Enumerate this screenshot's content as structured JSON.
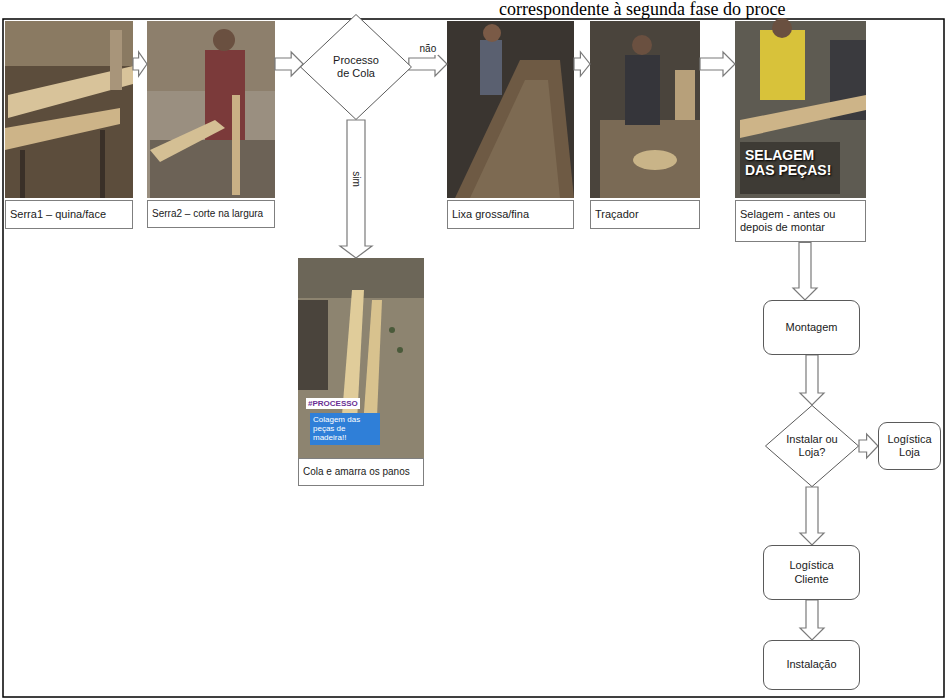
{
  "diagram": {
    "nodes": [
      {
        "text": [
          "Serra1 – quina/face"
        ]
      },
      {
        "text": [
          "Serra2 – corte na largura"
        ]
      },
      {
        "text": [
          "Processo de Cola"
        ]
      },
      {
        "text": [
          "Lixa grossa/fina"
        ]
      },
      {
        "text": [
          "Traçador"
        ]
      },
      {
        "text": [
          "Selagem - antes ou depois de montar"
        ]
      },
      {
        "text": [
          "Cola e amarra os panos"
        ]
      },
      {
        "text": [
          "Montagem"
        ]
      },
      {
        "text": [
          "Instalar ou Loja?"
        ]
      },
      {
        "text": [
          "Logística Loja"
        ]
      },
      {
        "text": [
          "Logística Cliente"
        ]
      },
      {
        "text": [
          "Instalação"
        ]
      }
    ],
    "edges": [
      {
        "from": 0,
        "to": 1,
        "arrow": "to"
      },
      {
        "from": 1,
        "to": 2,
        "arrow": "to"
      },
      {
        "from": 2,
        "to": 3,
        "label": "não",
        "arrow": "to"
      },
      {
        "from": 2,
        "to": 6,
        "label": "sim",
        "arrow": "to"
      },
      {
        "from": 3,
        "to": 4,
        "arrow": "to"
      },
      {
        "from": 4,
        "to": 5,
        "arrow": "to"
      },
      {
        "from": 5,
        "to": 7,
        "arrow": "to"
      },
      {
        "from": 7,
        "to": 8,
        "arrow": "to"
      },
      {
        "from": 8,
        "to": 9,
        "arrow": "to"
      },
      {
        "from": 8,
        "to": 10,
        "arrow": "to"
      },
      {
        "from": 10,
        "to": 11,
        "arrow": "to"
      }
    ],
    "labels": [
      "correspondente à segunda fase do proce",
      "SELAGEM DAS PEÇAS!",
      "#PROCESSO",
      "Colagem das peças de madeira!!"
    ]
  }
}
